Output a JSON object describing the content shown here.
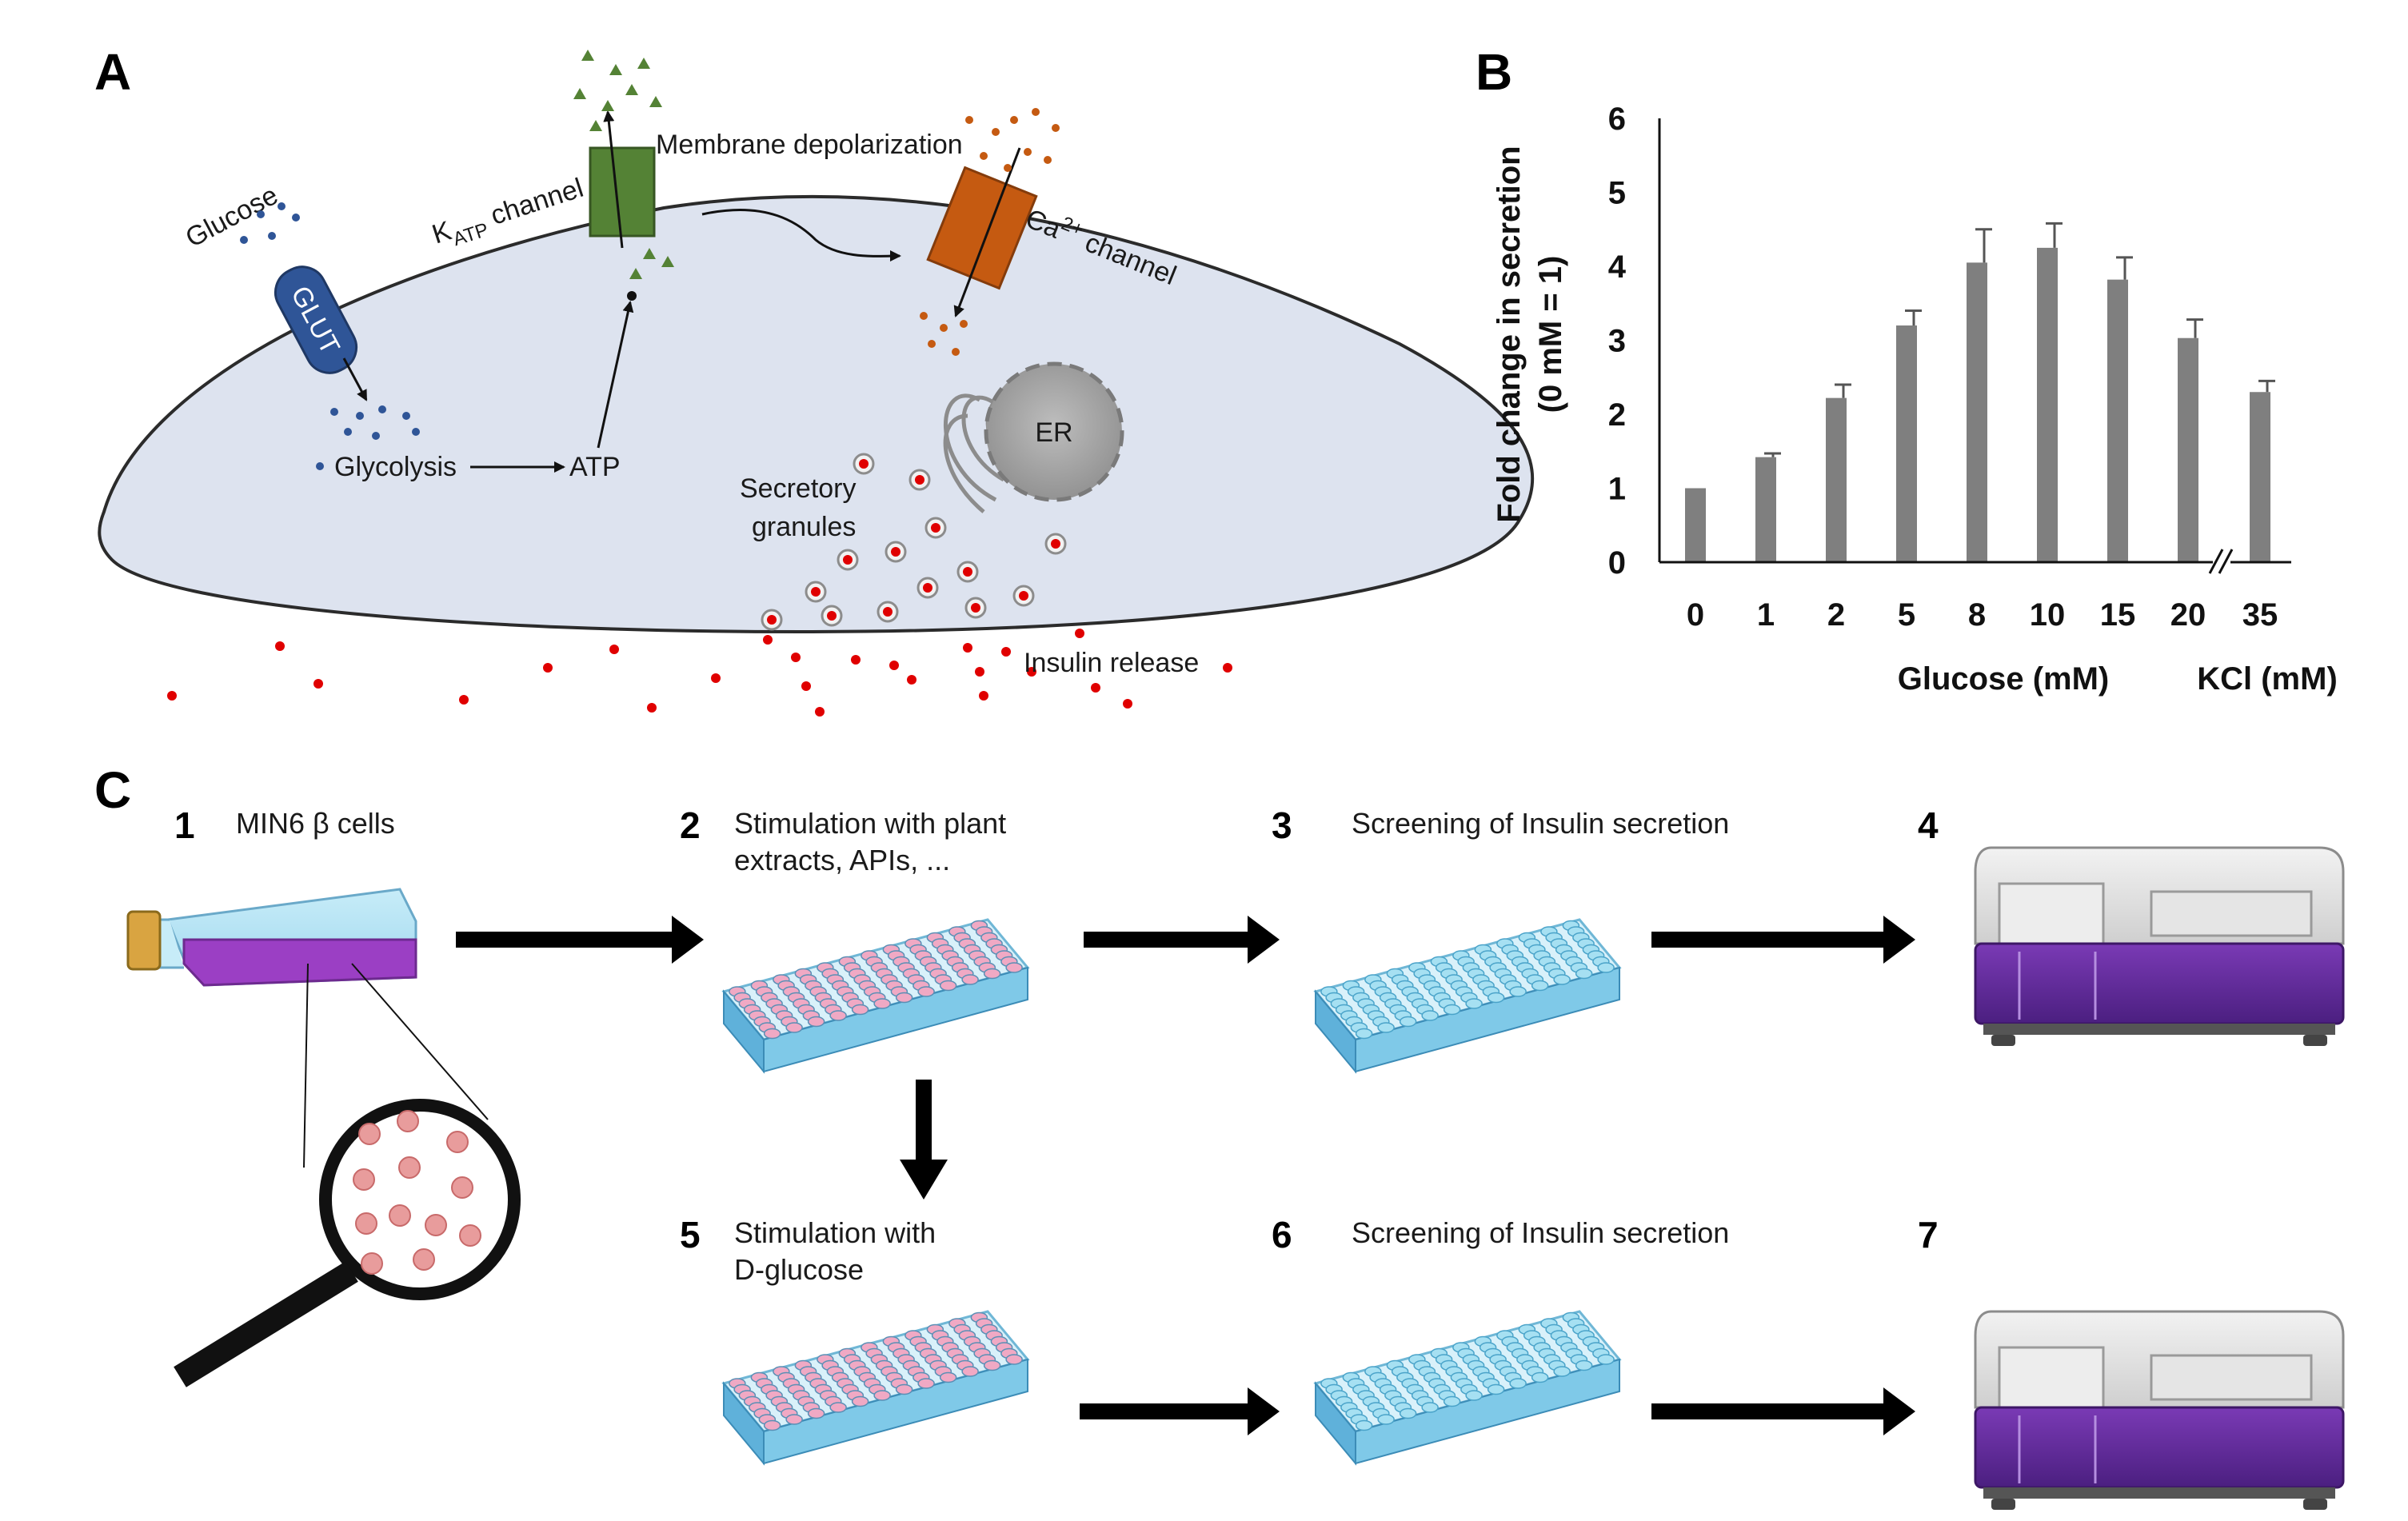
{
  "panels": {
    "a": "A",
    "b": "B",
    "c": "C"
  },
  "panel_a": {
    "glucose": "Glucose",
    "glut": "GLUT",
    "glycolysis": "Glycolysis",
    "atp": "ATP",
    "katp_k": "K",
    "katp_sub": "ATP",
    "katp_rest": " channel",
    "depolarization": "Membrane depolarization",
    "ca_pre": "Ca",
    "ca_sup": "2+",
    "ca_rest": " channel",
    "er": "ER",
    "granules_1": "Secretory",
    "granules_2": "granules",
    "release": "Insulin release",
    "colors": {
      "cell": "#dde3ef",
      "katp": "#548235",
      "ca": "#c55a11",
      "glut": "#2f5597",
      "insulin": "#e00000"
    }
  },
  "chart_data": {
    "type": "bar",
    "categories": [
      "0",
      "1",
      "2",
      "5",
      "8",
      "10",
      "15",
      "20",
      "35"
    ],
    "values": [
      1.0,
      1.42,
      2.22,
      3.2,
      4.05,
      4.25,
      3.82,
      3.03,
      2.3
    ],
    "errors": [
      0.0,
      0.05,
      0.18,
      0.2,
      0.45,
      0.33,
      0.3,
      0.25,
      0.15
    ],
    "yticks": [
      "0",
      "1",
      "2",
      "3",
      "4",
      "5",
      "6"
    ],
    "ylim": [
      0,
      6
    ],
    "ylabel_1": "Fold change in secretion",
    "ylabel_2": "(0 mM = 1)",
    "xlabel_glucose": "Glucose (mM)",
    "xlabel_kcl": "KCl (mM)",
    "bar_color": "#7f7f7f",
    "axis_break": true,
    "grid": false
  },
  "panel_c": {
    "s1_num": "1",
    "s1_text": "MIN6 β cells",
    "s2_num": "2",
    "s2_text_1": "Stimulation with plant",
    "s2_text_2": "extracts, APIs, ...",
    "s3_num": "3",
    "s3_text": "Screening of Insulin secretion",
    "s4_num": "4",
    "s5_num": "5",
    "s5_text_1": "Stimulation with",
    "s5_text_2": "D-glucose",
    "s6_num": "6",
    "s6_text": "Screening of Insulin secretion",
    "s7_num": "7",
    "colors": {
      "flask": "#9b3fc4",
      "plate": "#7fc9e8",
      "reader": "#6a2fa0"
    }
  }
}
